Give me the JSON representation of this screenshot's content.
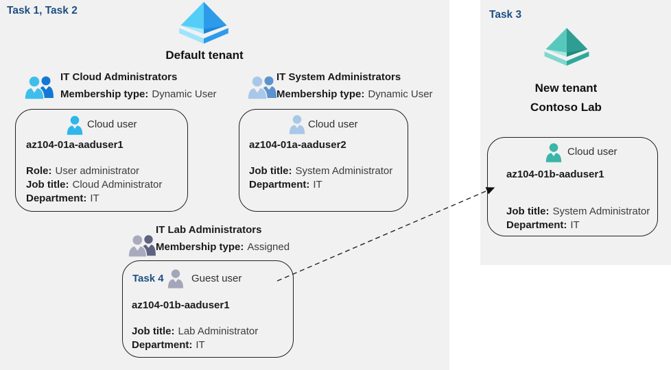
{
  "labels": {
    "task12": "Task 1, Task 2",
    "task3": "Task 3",
    "task4": "Task 4"
  },
  "default_tenant": {
    "title": "Default tenant",
    "groups": [
      {
        "name": "IT Cloud Administrators",
        "membership_label": "Membership type:",
        "membership_value": "Dynamic User"
      },
      {
        "name": "IT System Administrators",
        "membership_label": "Membership type:",
        "membership_value": "Dynamic User"
      },
      {
        "name": "IT Lab Administrators",
        "membership_label": "Membership type:",
        "membership_value": "Assigned"
      }
    ],
    "cards": [
      {
        "user_type": "Cloud user",
        "username": "az104-01a-aaduser1",
        "fields": [
          {
            "label": "Role:",
            "value": "User administrator"
          },
          {
            "label": "Job title:",
            "value": "Cloud Administrator"
          },
          {
            "label": "Department:",
            "value": "IT"
          }
        ]
      },
      {
        "user_type": "Cloud user",
        "username": "az104-01a-aaduser2",
        "fields": [
          {
            "label": "Job title:",
            "value": "System Administrator"
          },
          {
            "label": "Department:",
            "value": "IT"
          }
        ]
      },
      {
        "user_type": "Guest user",
        "username": "az104-01b-aaduser1",
        "fields": [
          {
            "label": "Job title:",
            "value": "Lab Administrator"
          },
          {
            "label": "Department:",
            "value": "IT"
          }
        ]
      }
    ]
  },
  "new_tenant": {
    "title_line1": "New tenant",
    "title_line2": "Contoso Lab",
    "card": {
      "user_type": "Cloud user",
      "username": "az104-01b-aaduser1",
      "fields": [
        {
          "label": "Job title:",
          "value": "System Administrator"
        },
        {
          "label": "Department:",
          "value": "IT"
        }
      ]
    }
  },
  "icons": {
    "default_tenant_icon": "azure-ad-diamond-blue",
    "new_tenant_icon": "azure-ad-diamond-teal",
    "group_icon": "two-people-group",
    "cloud_user_icon": "person-silhouette",
    "guest_user_icon": "person-silhouette",
    "arrow": "dashed-arrow-right-up"
  },
  "colors": {
    "task_label_blue": "#1c4f82",
    "panel_background": "#f1f1f1",
    "card_border": "#1f1f1f",
    "cloud_user_cyan": "#2fb6ea",
    "cloud_user_pale_blue": "#a9c7e8",
    "guest_user_gray": "#a3a6b8",
    "cloud_user_teal": "#3ab5aa",
    "azure_blue_face": "#2e9bea",
    "azure_teal_face": "#2e9e92"
  }
}
